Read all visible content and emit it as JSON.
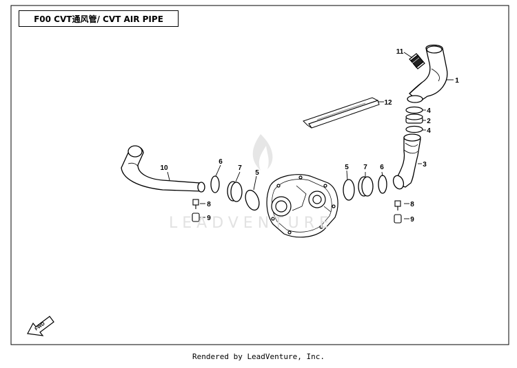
{
  "title": "F00 CVT通风管/ CVT AIR PIPE",
  "footer": "Rendered by LeadVenture, Inc.",
  "watermark": "LEADVENTURE",
  "fwd_label": "FWD",
  "callouts": [
    {
      "id": "c11",
      "num": "11"
    },
    {
      "id": "c1",
      "num": "1"
    },
    {
      "id": "c12",
      "num": "12"
    },
    {
      "id": "c4a",
      "num": "4"
    },
    {
      "id": "c2",
      "num": "2"
    },
    {
      "id": "c4b",
      "num": "4"
    },
    {
      "id": "c3",
      "num": "3"
    },
    {
      "id": "c8r",
      "num": "8"
    },
    {
      "id": "c9r",
      "num": "9"
    },
    {
      "id": "c5r",
      "num": "5"
    },
    {
      "id": "c7r",
      "num": "7"
    },
    {
      "id": "c6r",
      "num": "6"
    },
    {
      "id": "c10",
      "num": "10"
    },
    {
      "id": "c6l",
      "num": "6"
    },
    {
      "id": "c7l",
      "num": "7"
    },
    {
      "id": "c5l",
      "num": "5"
    },
    {
      "id": "c8l",
      "num": "8"
    },
    {
      "id": "c9l",
      "num": "9"
    }
  ]
}
